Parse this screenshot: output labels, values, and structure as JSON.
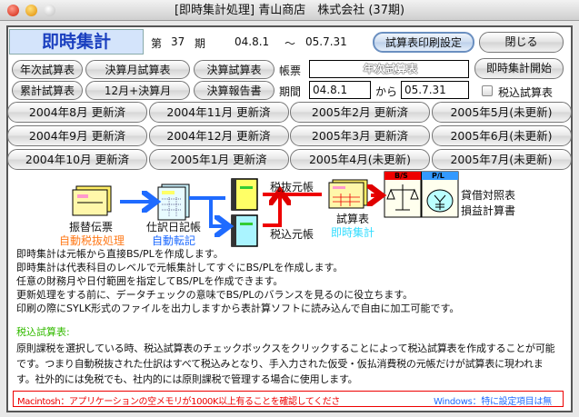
{
  "window": {
    "title": "[即時集計処理] 青山商店　株式会社 (37期)"
  },
  "header": {
    "title": "即時集計",
    "period_label_pre": "第",
    "period_number": "37",
    "period_label_post": "期",
    "date_from": "04.8.1",
    "tilde": "〜",
    "date_to": "05.7.31",
    "print_settings_button": "試算表印刷設定",
    "close_button": "閉じる"
  },
  "reports": {
    "annual": "年次試算表",
    "closing_month": "決算月試算表",
    "closing": "決算試算表",
    "cumulative": "累計試算表",
    "twelve_plus": "12月+決算月",
    "closing_report": "決算報告書"
  },
  "form": {
    "ledger_label": "帳票",
    "ledger_value": "年次試算表",
    "period_label": "期間",
    "from_value": "04.8.1",
    "kara": "から",
    "to_value": "05.7.31",
    "start_button": "即時集計開始",
    "tax_incl_label": "税込試算表",
    "tax_incl_checked": false
  },
  "months": [
    "2004年8月 更新済",
    "2004年11月 更新済",
    "2005年2月 更新済",
    "2005年5月(未更新)",
    "2004年9月 更新済",
    "2004年12月 更新済",
    "2005年3月 更新済",
    "2005年6月(未更新)",
    "2004年10月 更新済",
    "2005年1月 更新済",
    "2005年4月(未更新)",
    "2005年7月(未更新)"
  ],
  "diagram": {
    "voucher": "振替伝票",
    "voucher_sub": "自動税抜処理",
    "journal": "仕訳日記帳",
    "journal_sub": "自動転記",
    "ledger_excl": "税抜元帳",
    "ledger_incl": "税込元帳",
    "trial": "試算表",
    "trial_sub": "即時集計",
    "bs_tag": "B/S",
    "pl_tag": "P/L",
    "bs": "貸借対照表",
    "pl": "損益計算書"
  },
  "info_lines": [
    "即時集計は元帳から直接BS/PLを作成します。",
    "即時集計は代表科目のレベルで元帳集計してすぐにBS/PLを作成します。",
    "任意の財務月や日付範囲を指定してBS/PLを作成できます。",
    "更新処理をする前に、データチェックの意味でBS/PLのバランスを見るのに役立ちます。",
    "印刷の際にSYLK形式のファイルを出力しますから表計算ソフトに読み込んで自由に加工可能です。"
  ],
  "tax_section": {
    "heading": "税込試算表:",
    "lines": [
      "原則課税を選択している時、税込試算表のチェックボックスをクリックすることによって税込試算表を作成することが可能",
      "です。つまり自動税抜された仕訳はすべて税込みとなり、手入力された仮受・仮払消費税の元帳だけが試算表に現われま",
      "す。社外的には免税でも、社内的には原則課税で管理する場合に使用します。"
    ]
  },
  "notes": {
    "mac": "Macintosh：アプリケーションの空メモリが1000K以上有ることを確認してくださ",
    "win": "Windows：特に設定項目は無"
  },
  "colors": {
    "accent": "#1a3fbf",
    "orange": "#ff7a1a",
    "blue": "#1f6bff",
    "cyan": "#33ddff",
    "green": "#33bb00",
    "red": "#e00000"
  }
}
